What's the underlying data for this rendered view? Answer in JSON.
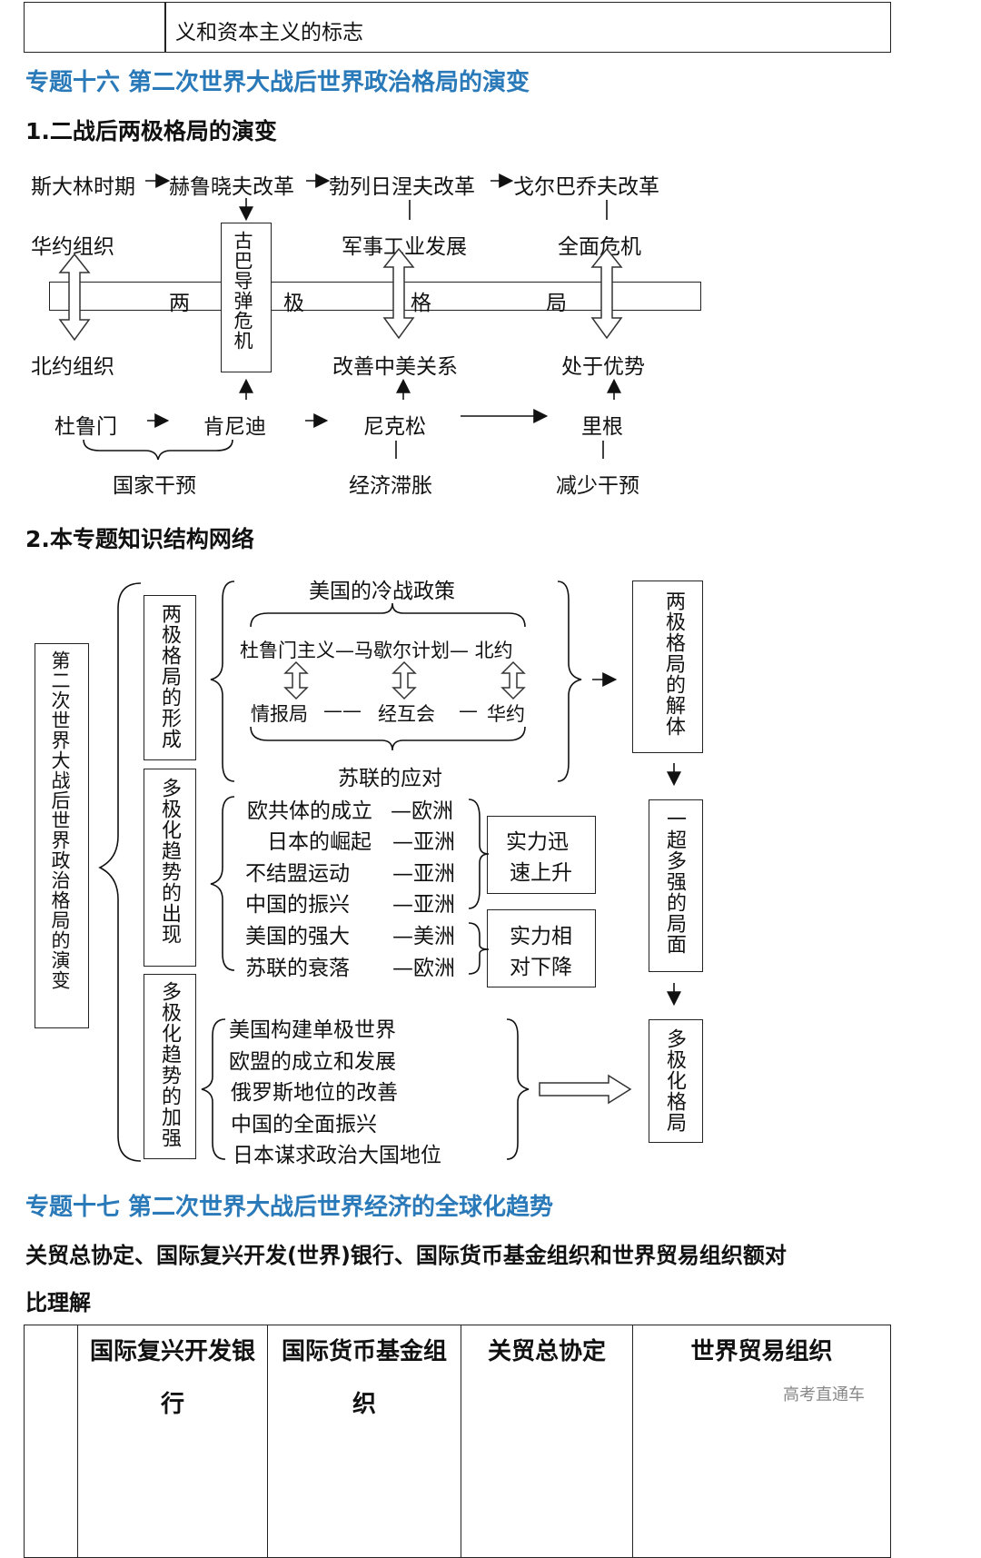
{
  "top_row": {
    "text": "义和资本主义的标志"
  },
  "topic16": {
    "title": "专题十六  第二次世界大战后世界政治格局的演变",
    "sec1": {
      "heading": "1.二战后两极格局的演变",
      "ussr_line": [
        "斯大林时期",
        "赫鲁晓夫改革",
        "勃列日涅夫改革",
        "戈尔巴乔夫改革"
      ],
      "warsaw": "华约组织",
      "nato": "北约组织",
      "cuba_crisis": "古巴导弹危机",
      "military": "军事工业发展",
      "crisis": "全面危机",
      "bipolar_chars": [
        "两",
        "极",
        "格",
        "局"
      ],
      "improve": "改善中美关系",
      "advantage": "处于优势",
      "us_line": [
        "杜鲁门",
        "肯尼迪",
        "尼克松",
        "里根"
      ],
      "intervention": "国家干预",
      "stagflation": "经济滞胀",
      "less_intervention": "减少干预"
    },
    "sec2": {
      "heading": "2.本专题知识结构网络",
      "root": "第二次世界大战后世界政治格局的演变",
      "stage1": "两极格局的形成",
      "stage2": "多极化趋势的出现",
      "stage3": "多极化趋势的加强",
      "us_policy": "美国的冷战政策",
      "us_row": "杜鲁门主义—马歇尔计划— 北约",
      "ussr_row": [
        "情报局",
        "——",
        "经互会",
        "—",
        "华约"
      ],
      "ussr_reply": "苏联的应对",
      "rise_items": [
        {
          "name": "欧共体的成立",
          "region": "—欧洲"
        },
        {
          "name": "日本的崛起",
          "region": "—亚洲"
        },
        {
          "name": "不结盟运动",
          "region": "—亚洲"
        },
        {
          "name": "中国的振兴",
          "region": "—亚洲"
        }
      ],
      "fall_items": [
        {
          "name": "美国的强大",
          "region": "—美洲"
        },
        {
          "name": "苏联的衰落",
          "region": "—欧洲"
        }
      ],
      "rise_box": [
        "实力迅",
        "速上升"
      ],
      "fall_box": [
        "实力相",
        "对下降"
      ],
      "stage3_items": [
        "美国构建单极世界",
        "欧盟的成立和发展",
        "俄罗斯地位的改善",
        "中国的全面振兴",
        "日本谋求政治大国地位"
      ],
      "result1": "两极格局的解体",
      "result2": "一超多强的局面",
      "result3": "多极化格局"
    }
  },
  "topic17": {
    "title": "专题十七  第二次世界大战后世界经济的全球化趋势",
    "subtitle_line1": "关贸总协定、国际复兴开发(世界)银行、国际货币基金组织和世界贸易组织额对",
    "subtitle_line2": "比理解",
    "table_headers": [
      "",
      "国际复兴开发银行",
      "国际货币基金组织",
      "关贸总协定",
      "世界贸易组织"
    ],
    "watermark": "高考直通车"
  }
}
